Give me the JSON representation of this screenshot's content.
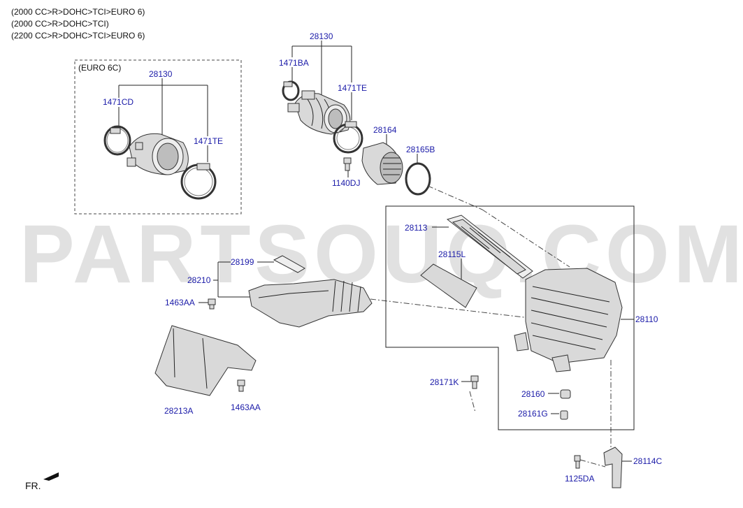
{
  "header_notes": [
    "(2000 CC>R>DOHC>TCI>EURO 6)",
    "(2000 CC>R>DOHC>TCI)",
    "(2200 CC>R>DOHC>TCI>EURO 6)"
  ],
  "watermark": "PARTSOUQ.COM",
  "inset": {
    "title": "(EURO 6C)",
    "parts": {
      "p28130": "28130",
      "p1471CD": "1471CD",
      "p1471TE": "1471TE"
    }
  },
  "parts": {
    "p28130": "28130",
    "p1471BA": "1471BA",
    "p1471TE": "1471TE",
    "p28164": "28164",
    "p28165B": "28165B",
    "p1140DJ": "1140DJ",
    "p28113": "28113",
    "p28115L": "28115L",
    "p28199": "28199",
    "p28210": "28210",
    "p1463AA_top": "1463AA",
    "p28110": "28110",
    "p28213A": "28213A",
    "p1463AA_bottom": "1463AA",
    "p28171K": "28171K",
    "p28160": "28160",
    "p28161G": "28161G",
    "p28114C": "28114C",
    "p1125DA": "1125DA"
  },
  "fr_label": "FR."
}
